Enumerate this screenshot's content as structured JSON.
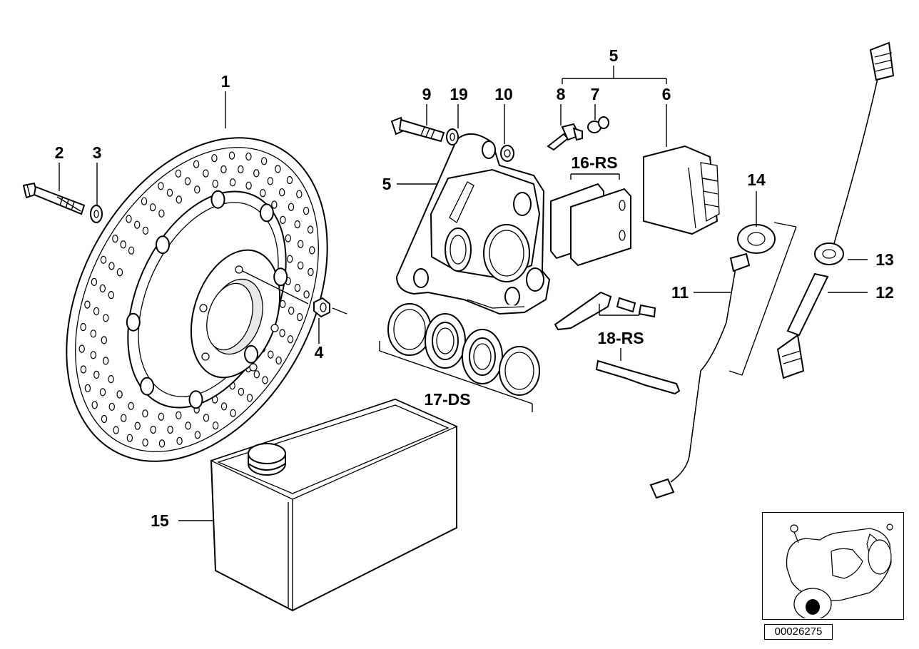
{
  "labels": {
    "disc": "1",
    "bolt": "2",
    "washer": "3",
    "nut": "4",
    "repair_kit_top": "5",
    "caliper": "5",
    "pad_kit_clip": "6",
    "bleed_cap": "7",
    "bleed_valve": "8",
    "caliper_bolt": "9",
    "spacer": "10",
    "brake_line": "11",
    "brake_hose": "12",
    "hose_grommet": "13",
    "grommet": "14",
    "brake_fluid_can": "15",
    "brake_pads": "16-RS",
    "seal_kit": "17-DS",
    "pin_kit": "18-RS",
    "washer_small": "19"
  },
  "reference": {
    "drawing_number": "00026275"
  }
}
